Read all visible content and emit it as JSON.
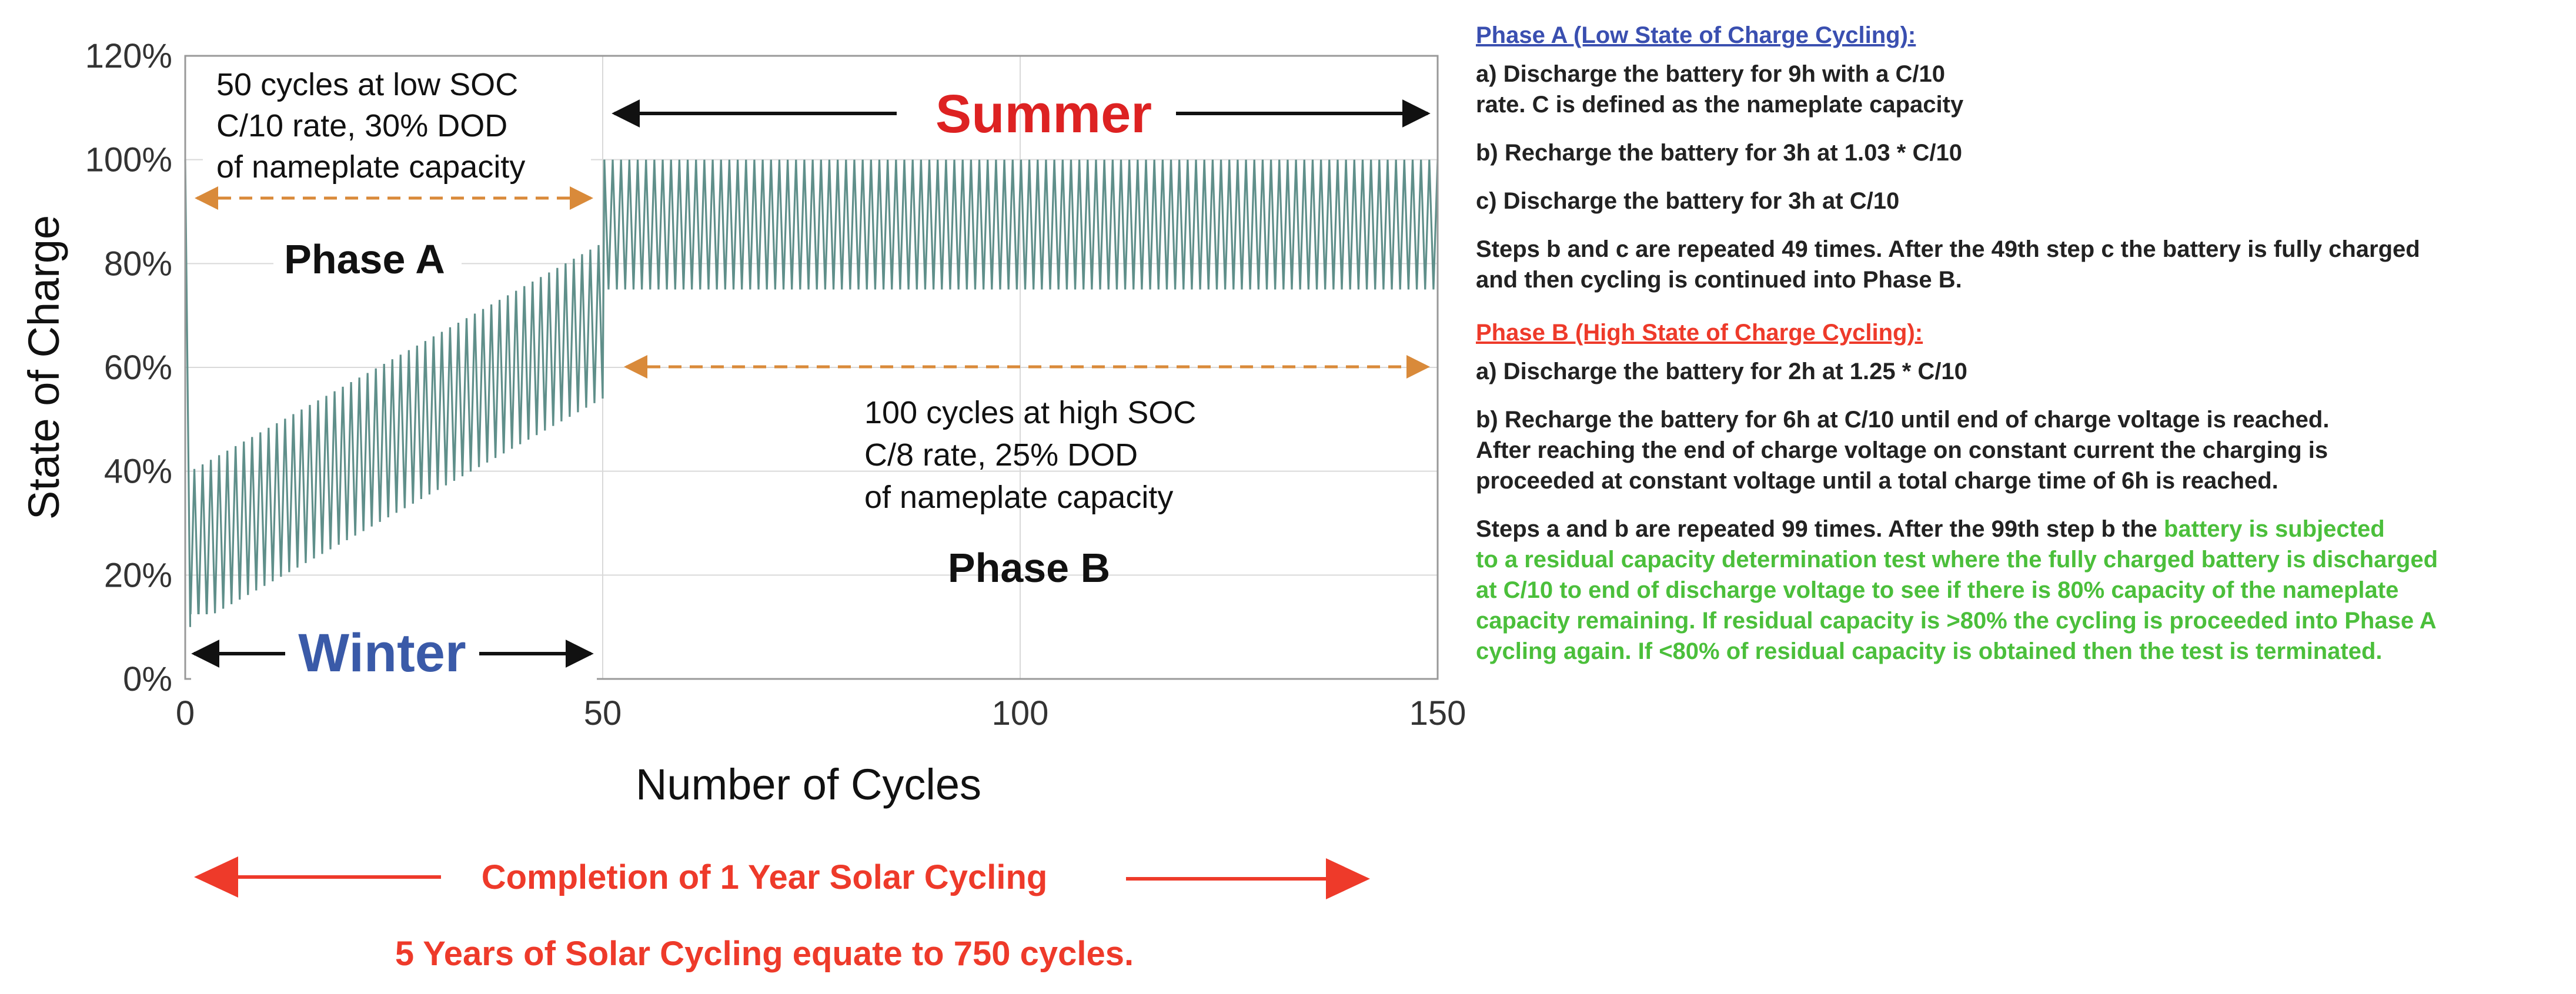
{
  "chart_data": {
    "type": "line",
    "xlabel": "Number of Cycles",
    "ylabel": "State of Charge",
    "xlim": [
      0,
      150
    ],
    "ylim": [
      0,
      120
    ],
    "x_ticks": [
      0,
      50,
      100,
      150
    ],
    "y_ticks": [
      0,
      20,
      40,
      60,
      80,
      100,
      120
    ],
    "y_tick_labels": [
      "0%",
      "20%",
      "40%",
      "60%",
      "80%",
      "100%",
      "120%"
    ],
    "grid": true,
    "series_color": "#5f8f8a",
    "series": [
      {
        "phase": "A",
        "cycles": 50,
        "start_soc": 100,
        "initial_discharge_soc": 10,
        "low_start": 10,
        "high_start": 40,
        "low_end": 54,
        "high_end": 84
      },
      {
        "phase": "B",
        "cycles": 100,
        "low": 75,
        "high": 100
      }
    ],
    "annotations": {
      "phase_a_text": [
        "50 cycles at low SOC",
        "C/10 rate, 30% DOD",
        "of nameplate capacity"
      ],
      "phase_a_label": "Phase A",
      "phase_b_text": [
        "100 cycles at high SOC",
        "C/8 rate, 25% DOD",
        "of nameplate capacity"
      ],
      "phase_b_label": "Phase B",
      "summer": "Summer",
      "winter": "Winter",
      "summer_color": "#dd2222",
      "winter_color": "#3a5aa8",
      "dashed_arrow_color": "#d98a3a"
    }
  },
  "footer": {
    "completion": "Completion of 1 Year Solar Cycling",
    "five_years": "5 Years of Solar Cycling equate to 750 cycles.",
    "color": "#ee3a2a"
  },
  "notes": {
    "phase_a_heading": "Phase A (Low State of Charge Cycling):",
    "phase_a_a_line1": "a) Discharge the battery for 9h with a C/10",
    "phase_a_a_line2": "rate. C is defined as the nameplate capacity",
    "phase_a_b": "b) Recharge the battery for 3h at 1.03 * C/10",
    "phase_a_c": "c) Discharge the battery for 3h at C/10",
    "phase_a_steps_line1": "Steps b and c are repeated 49 times. After the 49th step c the battery is fully charged",
    "phase_a_steps_line2": "and then cycling is continued into Phase B.",
    "phase_b_heading": "Phase B (High State of Charge Cycling):",
    "phase_b_a": "a) Discharge the battery for 2h at 1.25 * C/10",
    "phase_b_b_line1": "b) Recharge the battery for 6h at C/10 until end of charge voltage is reached.",
    "phase_b_b_line2": "After reaching the end of charge voltage on constant current the charging is",
    "phase_b_b_line3": "proceeded at constant voltage until a total charge time of 6h is reached.",
    "phase_b_steps_black": "Steps a and b are repeated 99 times. After the 99th step b the ",
    "phase_b_steps_green1": "battery is subjected",
    "phase_b_steps_green2": "to a residual capacity determination test where the fully charged battery is discharged",
    "phase_b_steps_green3": "at C/10 to end of discharge voltage to see if there is 80% capacity of the nameplate",
    "phase_b_steps_green4": "capacity remaining. If residual capacity is >80% the cycling is proceeded into Phase A",
    "phase_b_steps_green5": "cycling again. If <80% of residual capacity is obtained then the test is terminated.",
    "heading_a_color": "#3a4fb0",
    "heading_b_color": "#ee3a2a",
    "green_color": "#4bbf3b"
  }
}
